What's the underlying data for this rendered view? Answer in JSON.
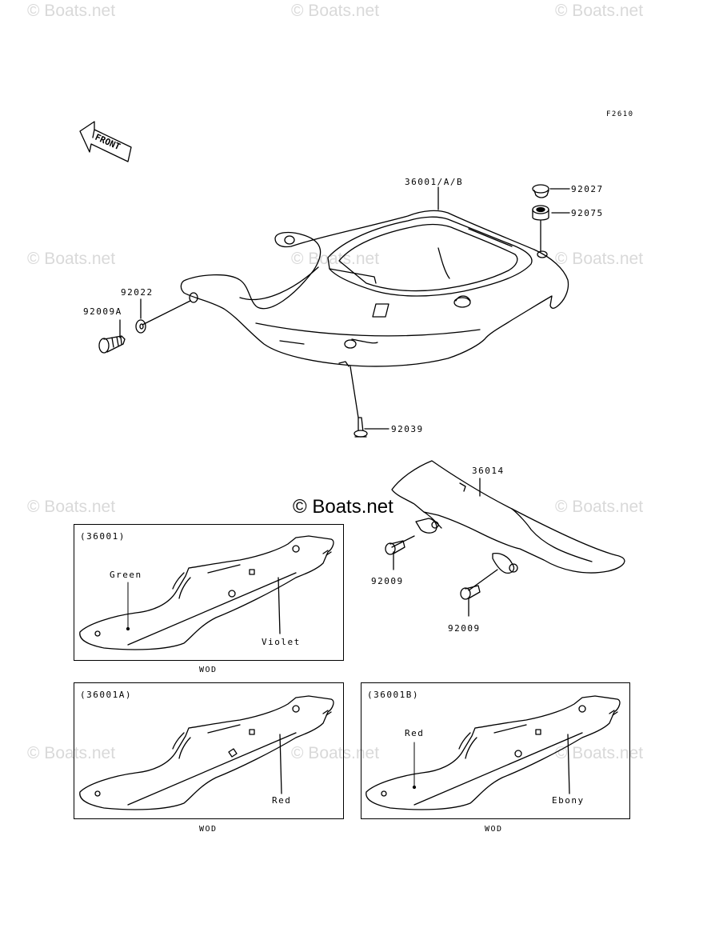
{
  "figure_code": "F2610",
  "front_label": "FRONT",
  "watermark": "© Boats.net",
  "main_watermark": "© Boats.net",
  "parts": {
    "seat_cover": "36001/A/B",
    "p92027": "92027",
    "p92075": "92075",
    "p92022": "92022",
    "p92009a": "92009A",
    "p92039": "92039",
    "p36014": "36014",
    "p92009_top": "92009",
    "p92009_bottom": "92009"
  },
  "variants": [
    {
      "code": "(36001)",
      "colors": [
        "Green",
        "Violet"
      ],
      "finish": "WOD"
    },
    {
      "code": "(36001A)",
      "colors": [
        "Red"
      ],
      "finish": "WOD"
    },
    {
      "code": "(36001B)",
      "colors": [
        "Red",
        "Ebony"
      ],
      "finish": "WOD"
    }
  ]
}
